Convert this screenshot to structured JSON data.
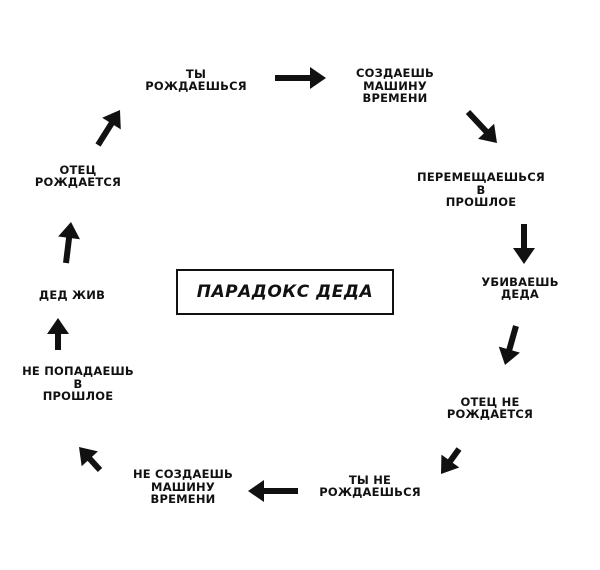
{
  "title": "ПАРАДОКС ДЕДА",
  "colors": {
    "ink": "#111111",
    "background": "#ffffff"
  },
  "nodes": [
    {
      "id": "born",
      "lines": [
        "ТЫ",
        "РОЖДАЕШЬСЯ"
      ]
    },
    {
      "id": "build-time-machine",
      "lines": [
        "СОЗДАЕШЬ",
        "МАШИНУ",
        "ВРЕМЕНИ"
      ]
    },
    {
      "id": "travel-to-past",
      "lines": [
        "ПЕРЕМЕЩАЕШЬСЯ",
        "В",
        "ПРОШЛОЕ"
      ]
    },
    {
      "id": "kill-grandfather",
      "lines": [
        "УБИВАЕШЬ",
        "ДЕДА"
      ]
    },
    {
      "id": "father-not-born",
      "lines": [
        "ОТЕЦ НЕ",
        "РОЖДАЕТСЯ"
      ]
    },
    {
      "id": "you-not-born",
      "lines": [
        "ТЫ НЕ",
        "РОЖДАЕШЬСЯ"
      ]
    },
    {
      "id": "no-time-machine",
      "lines": [
        "НЕ СОЗДАЕШЬ",
        "МАШИНУ",
        "ВРЕМЕНИ"
      ]
    },
    {
      "id": "no-travel",
      "lines": [
        "НЕ ПОПАДАЕШЬ",
        "В",
        "ПРОШЛОЕ"
      ]
    },
    {
      "id": "grandfather-alive",
      "lines": [
        "ДЕД ЖИВ"
      ]
    },
    {
      "id": "father-born",
      "lines": [
        "ОТЕЦ",
        "РОЖДАЕТСЯ"
      ]
    }
  ],
  "edges": [
    {
      "from": "born",
      "to": "build-time-machine"
    },
    {
      "from": "build-time-machine",
      "to": "travel-to-past"
    },
    {
      "from": "travel-to-past",
      "to": "kill-grandfather"
    },
    {
      "from": "kill-grandfather",
      "to": "father-not-born"
    },
    {
      "from": "father-not-born",
      "to": "you-not-born"
    },
    {
      "from": "you-not-born",
      "to": "no-time-machine"
    },
    {
      "from": "no-time-machine",
      "to": "no-travel"
    },
    {
      "from": "no-travel",
      "to": "grandfather-alive"
    },
    {
      "from": "grandfather-alive",
      "to": "father-born"
    },
    {
      "from": "father-born",
      "to": "born"
    }
  ]
}
